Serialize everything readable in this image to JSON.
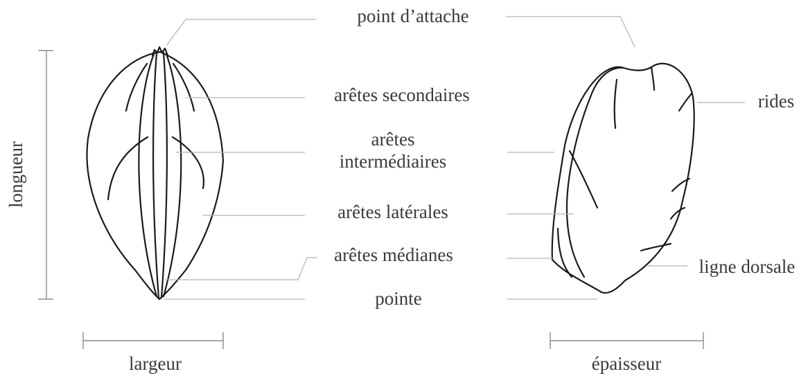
{
  "labels": {
    "point_attache": "point d’attache",
    "aretes_secondaires": "arêtes secondaires",
    "aretes_intermediaires_line1": "arêtes",
    "aretes_intermediaires_line2": "intermédiaires",
    "aretes_laterales": "arêtes latérales",
    "aretes_medianes": "arêtes médianes",
    "pointe": "pointe",
    "rides": "rides",
    "ligne_dorsale": "ligne dorsale",
    "longueur": "longueur",
    "largeur": "largeur",
    "epaisseur": "épaisseur"
  }
}
